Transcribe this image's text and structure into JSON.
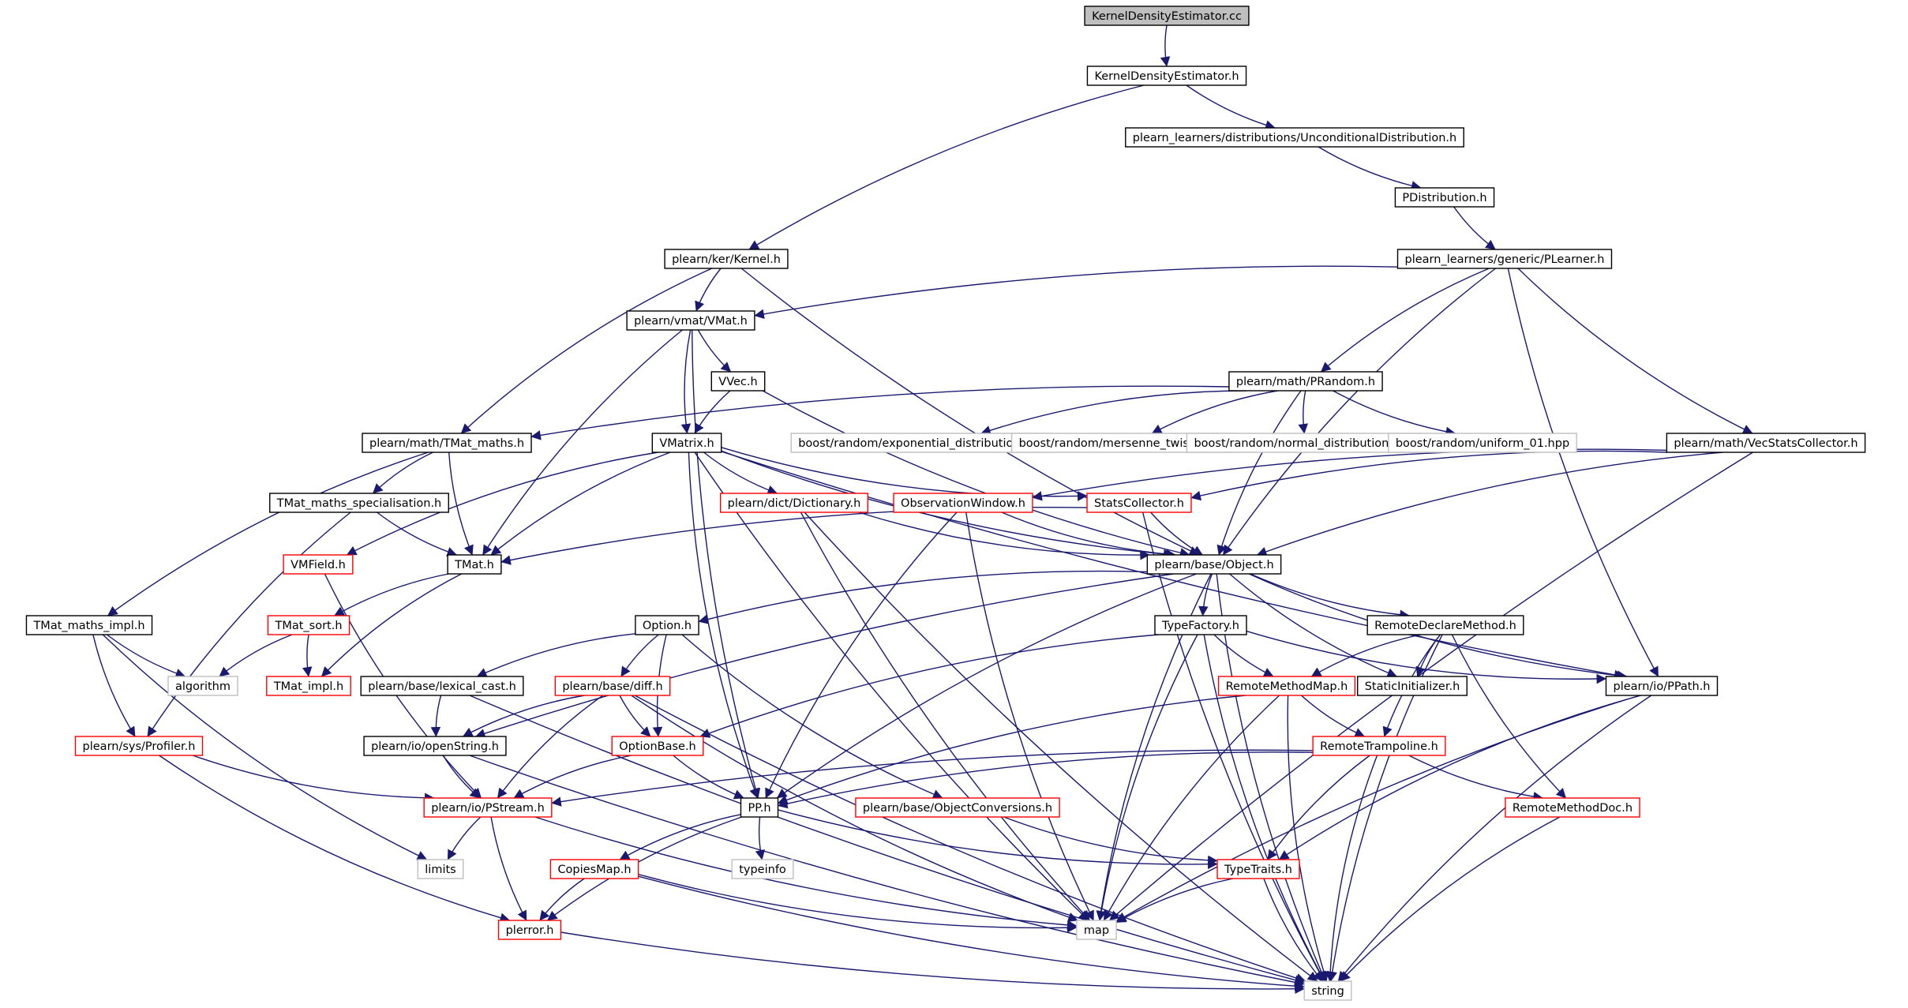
{
  "colors": {
    "edge": "#191970",
    "black_border": "#000000",
    "red_border": "#ff0000",
    "grey_border": "#bfbfbf",
    "root_fill": "#bfbfbf",
    "node_fill": "#ffffff"
  },
  "nodes": [
    {
      "id": "root",
      "label": "KernelDensityEstimator.cc",
      "style": "root"
    },
    {
      "id": "kde_h",
      "label": "KernelDensityEstimator.h",
      "style": "black"
    },
    {
      "id": "uncond",
      "label": "plearn_learners/distributions/UnconditionalDistribution.h",
      "style": "black"
    },
    {
      "id": "pdist",
      "label": "PDistribution.h",
      "style": "black"
    },
    {
      "id": "plearner",
      "label": "plearn_learners/generic/PLearner.h",
      "style": "black"
    },
    {
      "id": "kernel",
      "label": "plearn/ker/Kernel.h",
      "style": "black"
    },
    {
      "id": "vmat",
      "label": "plearn/vmat/VMat.h",
      "style": "black"
    },
    {
      "id": "prandom",
      "label": "plearn/math/PRandom.h",
      "style": "black"
    },
    {
      "id": "vvec",
      "label": "VVec.h",
      "style": "black"
    },
    {
      "id": "tmatmaths",
      "label": "plearn/math/TMat_maths.h",
      "style": "black"
    },
    {
      "id": "vmatrix",
      "label": "VMatrix.h",
      "style": "black"
    },
    {
      "id": "b_exp",
      "label": "boost/random/exponential_distribution.hpp",
      "style": "grey"
    },
    {
      "id": "b_mt",
      "label": "boost/random/mersenne_twister.hpp",
      "style": "grey"
    },
    {
      "id": "b_norm",
      "label": "boost/random/normal_distribution.hpp",
      "style": "grey"
    },
    {
      "id": "b_unif",
      "label": "boost/random/uniform_01.hpp",
      "style": "grey"
    },
    {
      "id": "vecstats",
      "label": "plearn/math/VecStatsCollector.h",
      "style": "black"
    },
    {
      "id": "tmatspec",
      "label": "TMat_maths_specialisation.h",
      "style": "black"
    },
    {
      "id": "dictionary",
      "label": "plearn/dict/Dictionary.h",
      "style": "red"
    },
    {
      "id": "obswin",
      "label": "ObservationWindow.h",
      "style": "red"
    },
    {
      "id": "statscol",
      "label": "StatsCollector.h",
      "style": "red"
    },
    {
      "id": "vmfield",
      "label": "VMField.h",
      "style": "red"
    },
    {
      "id": "tmat_h",
      "label": "TMat.h",
      "style": "black"
    },
    {
      "id": "object",
      "label": "plearn/base/Object.h",
      "style": "black"
    },
    {
      "id": "tmatimplh",
      "label": "TMat_maths_impl.h",
      "style": "black"
    },
    {
      "id": "tmatsort",
      "label": "TMat_sort.h",
      "style": "red"
    },
    {
      "id": "option",
      "label": "Option.h",
      "style": "black"
    },
    {
      "id": "typefactory",
      "label": "TypeFactory.h",
      "style": "black"
    },
    {
      "id": "remotedecl",
      "label": "RemoteDeclareMethod.h",
      "style": "black"
    },
    {
      "id": "algorithm",
      "label": "algorithm",
      "style": "grey"
    },
    {
      "id": "tmatimpl",
      "label": "TMat_impl.h",
      "style": "red"
    },
    {
      "id": "lexical",
      "label": "plearn/base/lexical_cast.h",
      "style": "black"
    },
    {
      "id": "diff",
      "label": "plearn/base/diff.h",
      "style": "red"
    },
    {
      "id": "remotemap",
      "label": "RemoteMethodMap.h",
      "style": "red"
    },
    {
      "id": "staticinit",
      "label": "StaticInitializer.h",
      "style": "black"
    },
    {
      "id": "ppath",
      "label": "plearn/io/PPath.h",
      "style": "black"
    },
    {
      "id": "profiler",
      "label": "plearn/sys/Profiler.h",
      "style": "red"
    },
    {
      "id": "openstring",
      "label": "plearn/io/openString.h",
      "style": "black"
    },
    {
      "id": "optionbase",
      "label": "OptionBase.h",
      "style": "red"
    },
    {
      "id": "remotetramp",
      "label": "RemoteTrampoline.h",
      "style": "red"
    },
    {
      "id": "pstream",
      "label": "plearn/io/PStream.h",
      "style": "red"
    },
    {
      "id": "pp",
      "label": "PP.h",
      "style": "black"
    },
    {
      "id": "objconv",
      "label": "plearn/base/ObjectConversions.h",
      "style": "red"
    },
    {
      "id": "remotedoc",
      "label": "RemoteMethodDoc.h",
      "style": "red"
    },
    {
      "id": "limits",
      "label": "limits",
      "style": "grey"
    },
    {
      "id": "copiesmap",
      "label": "CopiesMap.h",
      "style": "red"
    },
    {
      "id": "typeinfo",
      "label": "typeinfo",
      "style": "grey"
    },
    {
      "id": "typetraits",
      "label": "TypeTraits.h",
      "style": "red"
    },
    {
      "id": "plerror",
      "label": "plerror.h",
      "style": "red"
    },
    {
      "id": "map",
      "label": "map",
      "style": "grey"
    },
    {
      "id": "string",
      "label": "string",
      "style": "grey"
    }
  ],
  "edges": [
    [
      "root",
      "kde_h"
    ],
    [
      "kde_h",
      "uncond"
    ],
    [
      "kde_h",
      "kernel"
    ],
    [
      "uncond",
      "pdist"
    ],
    [
      "pdist",
      "plearner"
    ],
    [
      "plearner",
      "vmat"
    ],
    [
      "plearner",
      "prandom"
    ],
    [
      "plearner",
      "vecstats"
    ],
    [
      "plearner",
      "object"
    ],
    [
      "plearner",
      "ppath"
    ],
    [
      "kernel",
      "vmat"
    ],
    [
      "kernel",
      "tmatmaths"
    ],
    [
      "kernel",
      "object"
    ],
    [
      "vmat",
      "vvec"
    ],
    [
      "vmat",
      "vmatrix"
    ],
    [
      "vmat",
      "tmat_h"
    ],
    [
      "vmat",
      "pp"
    ],
    [
      "vvec",
      "vmatrix"
    ],
    [
      "vvec",
      "object"
    ],
    [
      "prandom",
      "tmatmaths"
    ],
    [
      "prandom",
      "b_exp"
    ],
    [
      "prandom",
      "b_mt"
    ],
    [
      "prandom",
      "b_norm"
    ],
    [
      "prandom",
      "b_unif"
    ],
    [
      "prandom",
      "object"
    ],
    [
      "tmatmaths",
      "tmatspec"
    ],
    [
      "tmatmaths",
      "tmat_h"
    ],
    [
      "tmatmaths",
      "tmatimplh"
    ],
    [
      "vmatrix",
      "vmfield"
    ],
    [
      "vmatrix",
      "dictionary"
    ],
    [
      "vmatrix",
      "statscol"
    ],
    [
      "vmatrix",
      "tmat_h"
    ],
    [
      "vmatrix",
      "object"
    ],
    [
      "vmatrix",
      "pp"
    ],
    [
      "vmatrix",
      "map"
    ],
    [
      "vmatrix",
      "ppath"
    ],
    [
      "vecstats",
      "obswin"
    ],
    [
      "vecstats",
      "statscol"
    ],
    [
      "vecstats",
      "object"
    ],
    [
      "vecstats",
      "map"
    ],
    [
      "tmatspec",
      "tmat_h"
    ],
    [
      "tmatspec",
      "profiler"
    ],
    [
      "dictionary",
      "object"
    ],
    [
      "dictionary",
      "map"
    ],
    [
      "dictionary",
      "string"
    ],
    [
      "obswin",
      "object"
    ],
    [
      "obswin",
      "pp"
    ],
    [
      "obswin",
      "map"
    ],
    [
      "statscol",
      "tmat_h"
    ],
    [
      "statscol",
      "object"
    ],
    [
      "statscol",
      "string"
    ],
    [
      "vmfield",
      "pstream"
    ],
    [
      "tmat_h",
      "tmatsort"
    ],
    [
      "tmat_h",
      "tmatimpl"
    ],
    [
      "object",
      "option"
    ],
    [
      "object",
      "typefactory"
    ],
    [
      "object",
      "remotedecl"
    ],
    [
      "object",
      "staticinit"
    ],
    [
      "object",
      "ppath"
    ],
    [
      "object",
      "openstring"
    ],
    [
      "object",
      "pp"
    ],
    [
      "object",
      "map"
    ],
    [
      "object",
      "string"
    ],
    [
      "tmatimplh",
      "algorithm"
    ],
    [
      "tmatimplh",
      "profiler"
    ],
    [
      "tmatimplh",
      "limits"
    ],
    [
      "tmatsort",
      "algorithm"
    ],
    [
      "tmatsort",
      "tmatimpl"
    ],
    [
      "option",
      "lexical"
    ],
    [
      "option",
      "diff"
    ],
    [
      "option",
      "optionbase"
    ],
    [
      "option",
      "objconv"
    ],
    [
      "typefactory",
      "remotemap"
    ],
    [
      "typefactory",
      "optionbase"
    ],
    [
      "typefactory",
      "ppath"
    ],
    [
      "typefactory",
      "map"
    ],
    [
      "typefactory",
      "string"
    ],
    [
      "remotedecl",
      "remotemap"
    ],
    [
      "remotedecl",
      "staticinit"
    ],
    [
      "remotedecl",
      "remotetramp"
    ],
    [
      "remotedecl",
      "remotedoc"
    ],
    [
      "remotedecl",
      "string"
    ],
    [
      "lexical",
      "openstring"
    ],
    [
      "lexical",
      "string"
    ],
    [
      "diff",
      "openstring"
    ],
    [
      "diff",
      "optionbase"
    ],
    [
      "diff",
      "pstream"
    ],
    [
      "diff",
      "map"
    ],
    [
      "diff",
      "string"
    ],
    [
      "remotemap",
      "remotetramp"
    ],
    [
      "remotemap",
      "pp"
    ],
    [
      "remotemap",
      "map"
    ],
    [
      "remotemap",
      "string"
    ],
    [
      "ppath",
      "typetraits"
    ],
    [
      "ppath",
      "map"
    ],
    [
      "ppath",
      "string"
    ],
    [
      "profiler",
      "pstream"
    ],
    [
      "profiler",
      "plerror"
    ],
    [
      "openstring",
      "pstream"
    ],
    [
      "openstring",
      "string"
    ],
    [
      "optionbase",
      "pstream"
    ],
    [
      "optionbase",
      "pp"
    ],
    [
      "remotetramp",
      "pp"
    ],
    [
      "remotetramp",
      "pstream"
    ],
    [
      "remotetramp",
      "remotedoc"
    ],
    [
      "remotetramp",
      "typetraits"
    ],
    [
      "remotetramp",
      "string"
    ],
    [
      "pstream",
      "limits"
    ],
    [
      "pstream",
      "plerror"
    ],
    [
      "pstream",
      "map"
    ],
    [
      "pp",
      "copiesmap"
    ],
    [
      "pp",
      "typeinfo"
    ],
    [
      "pp",
      "plerror"
    ],
    [
      "pp",
      "typetraits"
    ],
    [
      "objconv",
      "typetraits"
    ],
    [
      "remotedoc",
      "string"
    ],
    [
      "copiesmap",
      "plerror"
    ],
    [
      "copiesmap",
      "map"
    ],
    [
      "copiesmap",
      "string"
    ],
    [
      "typetraits",
      "map"
    ],
    [
      "typetraits",
      "string"
    ],
    [
      "plerror",
      "string"
    ]
  ]
}
